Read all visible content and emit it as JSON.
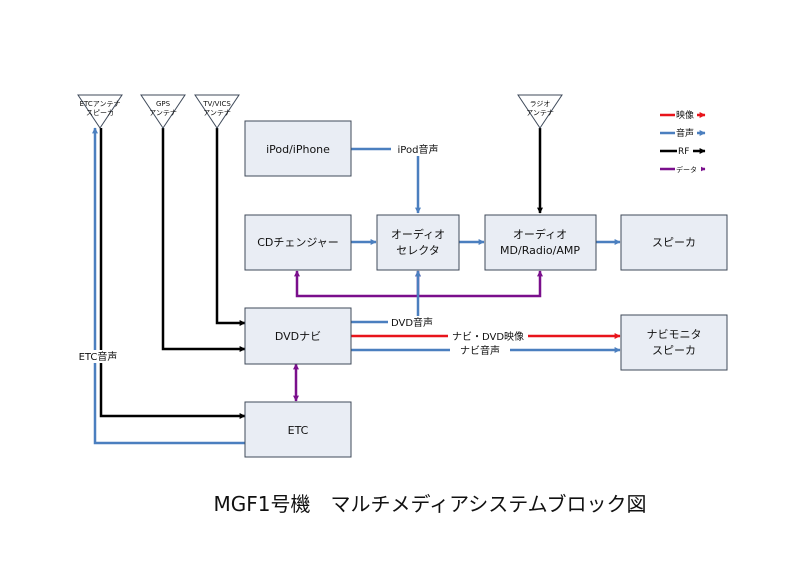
{
  "colors": {
    "video": "#e8141b",
    "audio": "#4b7fbf",
    "rf": "#000000",
    "data": "#7a0f8c",
    "box_fill": "#e9edf4",
    "box_stroke": "#3f4a5a"
  },
  "antennas": {
    "etc": [
      "ETCアンテナ",
      "スピーカ"
    ],
    "gps": [
      "GPS",
      "アンテナ"
    ],
    "tv": [
      "TV/VICS",
      "アンテナ"
    ],
    "radio": [
      "ラジオ",
      "アンテナ"
    ]
  },
  "blocks": {
    "ipod": [
      "iPod/iPhone"
    ],
    "cd": [
      "CDチェンジャー"
    ],
    "selector": [
      "オーディオ",
      "セレクタ"
    ],
    "amp": [
      "オーディオ",
      "MD/Radio/AMP"
    ],
    "speaker": [
      "スピーカ"
    ],
    "dvd": [
      "DVDナビ"
    ],
    "monitor": [
      "ナビモニタ",
      "スピーカ"
    ],
    "etc": [
      "ETC"
    ]
  },
  "labels": {
    "ipod_audio": "iPod音声",
    "dvd_audio": "DVD音声",
    "navi_video": "ナビ・DVD映像",
    "navi_audio": "ナビ音声",
    "etc_audio": "ETC音声"
  },
  "legend": {
    "video": "映像",
    "audio": "音声",
    "rf": "RF",
    "data": "データ"
  },
  "title": "MGF1号機　マルチメディアシステムブロック図"
}
